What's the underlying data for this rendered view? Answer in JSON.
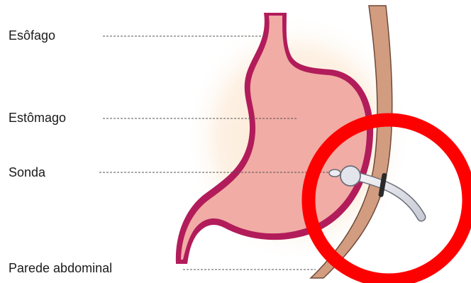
{
  "labels": {
    "esofago": "Esôfago",
    "estomago": "Estômago",
    "sonda": "Sonda",
    "parede": "Parede abdominal"
  },
  "colors": {
    "stomach_fill": "#f1aca5",
    "stomach_outline": "#b21c5a",
    "abdominal_wall": "#d29c80",
    "background_glow": "#fbe6cf",
    "leader_line": "#555555",
    "highlight_circle": "#ff0000",
    "tube": "#e6e8ee"
  },
  "highlight": {
    "shape": "circle",
    "target": "sonda"
  }
}
